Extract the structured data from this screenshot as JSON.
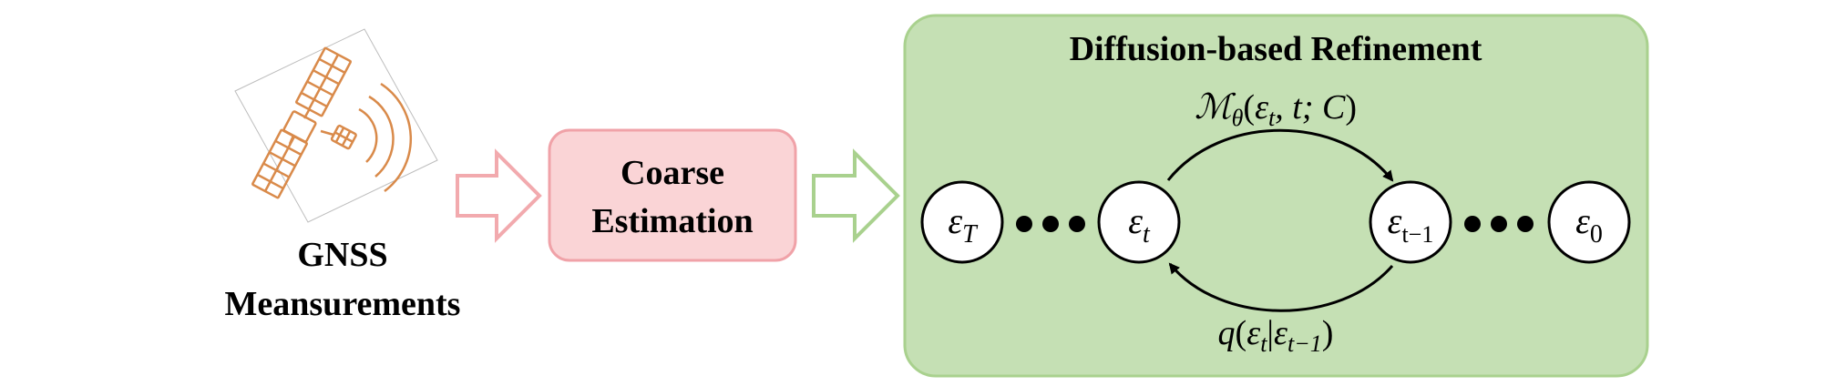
{
  "diagram": {
    "input": {
      "label_line1": "GNSS",
      "label_line2": "Meansurements",
      "icon": "satellite-icon"
    },
    "coarse": {
      "label_line1": "Coarse",
      "label_line2": "Estimation"
    },
    "refinement": {
      "title": "Diffusion-based Refinement",
      "forward_label": {
        "M": "ℳ",
        "theta": "θ",
        "paren_open": "(",
        "eps": "ε",
        "sub_t": "t",
        "rest": ", t; C",
        "paren_close": ")"
      },
      "reverse_label": {
        "q": "q",
        "paren_open": "(",
        "eps1": "ε",
        "sub1": "t",
        "bar": "|",
        "eps2": "ε",
        "sub2": "t−1",
        "paren_close": ")"
      },
      "nodes": [
        {
          "name": "node-eps-T",
          "symbol": "ε",
          "sub": "T",
          "sub_italic": true
        },
        {
          "name": "node-eps-t",
          "symbol": "ε",
          "sub": "t",
          "sub_italic": true
        },
        {
          "name": "node-eps-t-minus-1",
          "symbol": "ε",
          "sub": "t−1",
          "sub_italic": false
        },
        {
          "name": "node-eps-0",
          "symbol": "ε",
          "sub": "0",
          "sub_italic": false
        }
      ]
    },
    "colors": {
      "satellite": "#d98a4a",
      "coarse_fill": "#fad4d6",
      "coarse_stroke": "#f0a2a8",
      "arrow1_stroke": "#f2aaae",
      "panel_fill": "#c5e0b4",
      "panel_stroke": "#a9d18e",
      "arrow2_stroke": "#a9d18e"
    }
  }
}
